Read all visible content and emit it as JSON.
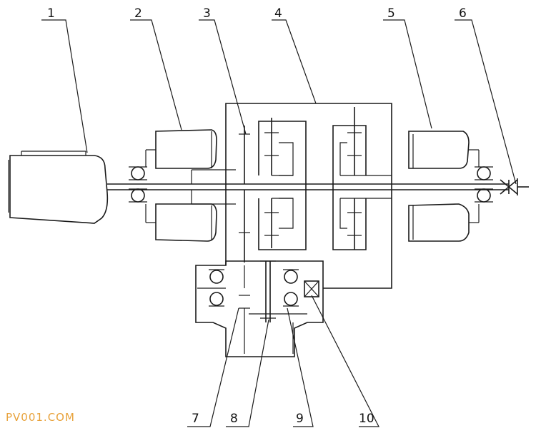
{
  "labels": [
    "1",
    "2",
    "3",
    "4",
    "5",
    "6",
    "7",
    "8",
    "9",
    "10"
  ],
  "watermark": "PV001.COM",
  "colors": {
    "line": "#1a1a1a",
    "watermark": "#e8a23b"
  }
}
